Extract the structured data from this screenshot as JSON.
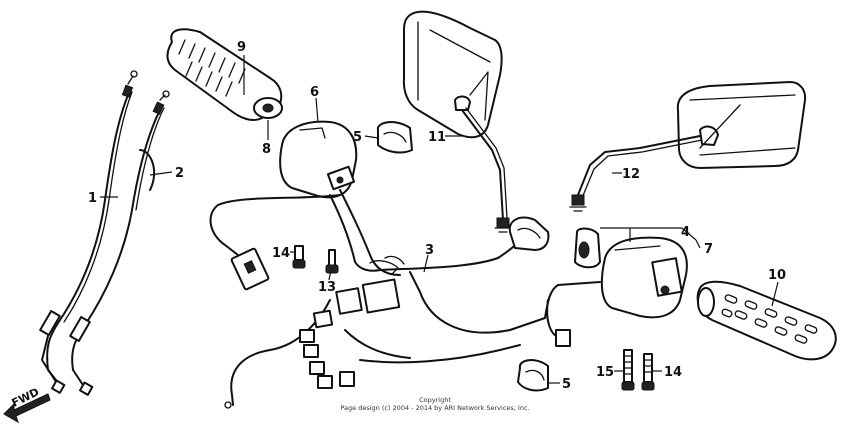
{
  "callouts": [
    "1",
    "2",
    "3",
    "4",
    "5",
    "5",
    "6",
    "7",
    "8",
    "9",
    "10",
    "11",
    "12",
    "13",
    "14",
    "14",
    "15"
  ],
  "direction_label": "FWD",
  "copyright_heading": "Copyright",
  "copyright_text": "Page design (c) 2004 - 2014 by ARI Network Services, Inc."
}
